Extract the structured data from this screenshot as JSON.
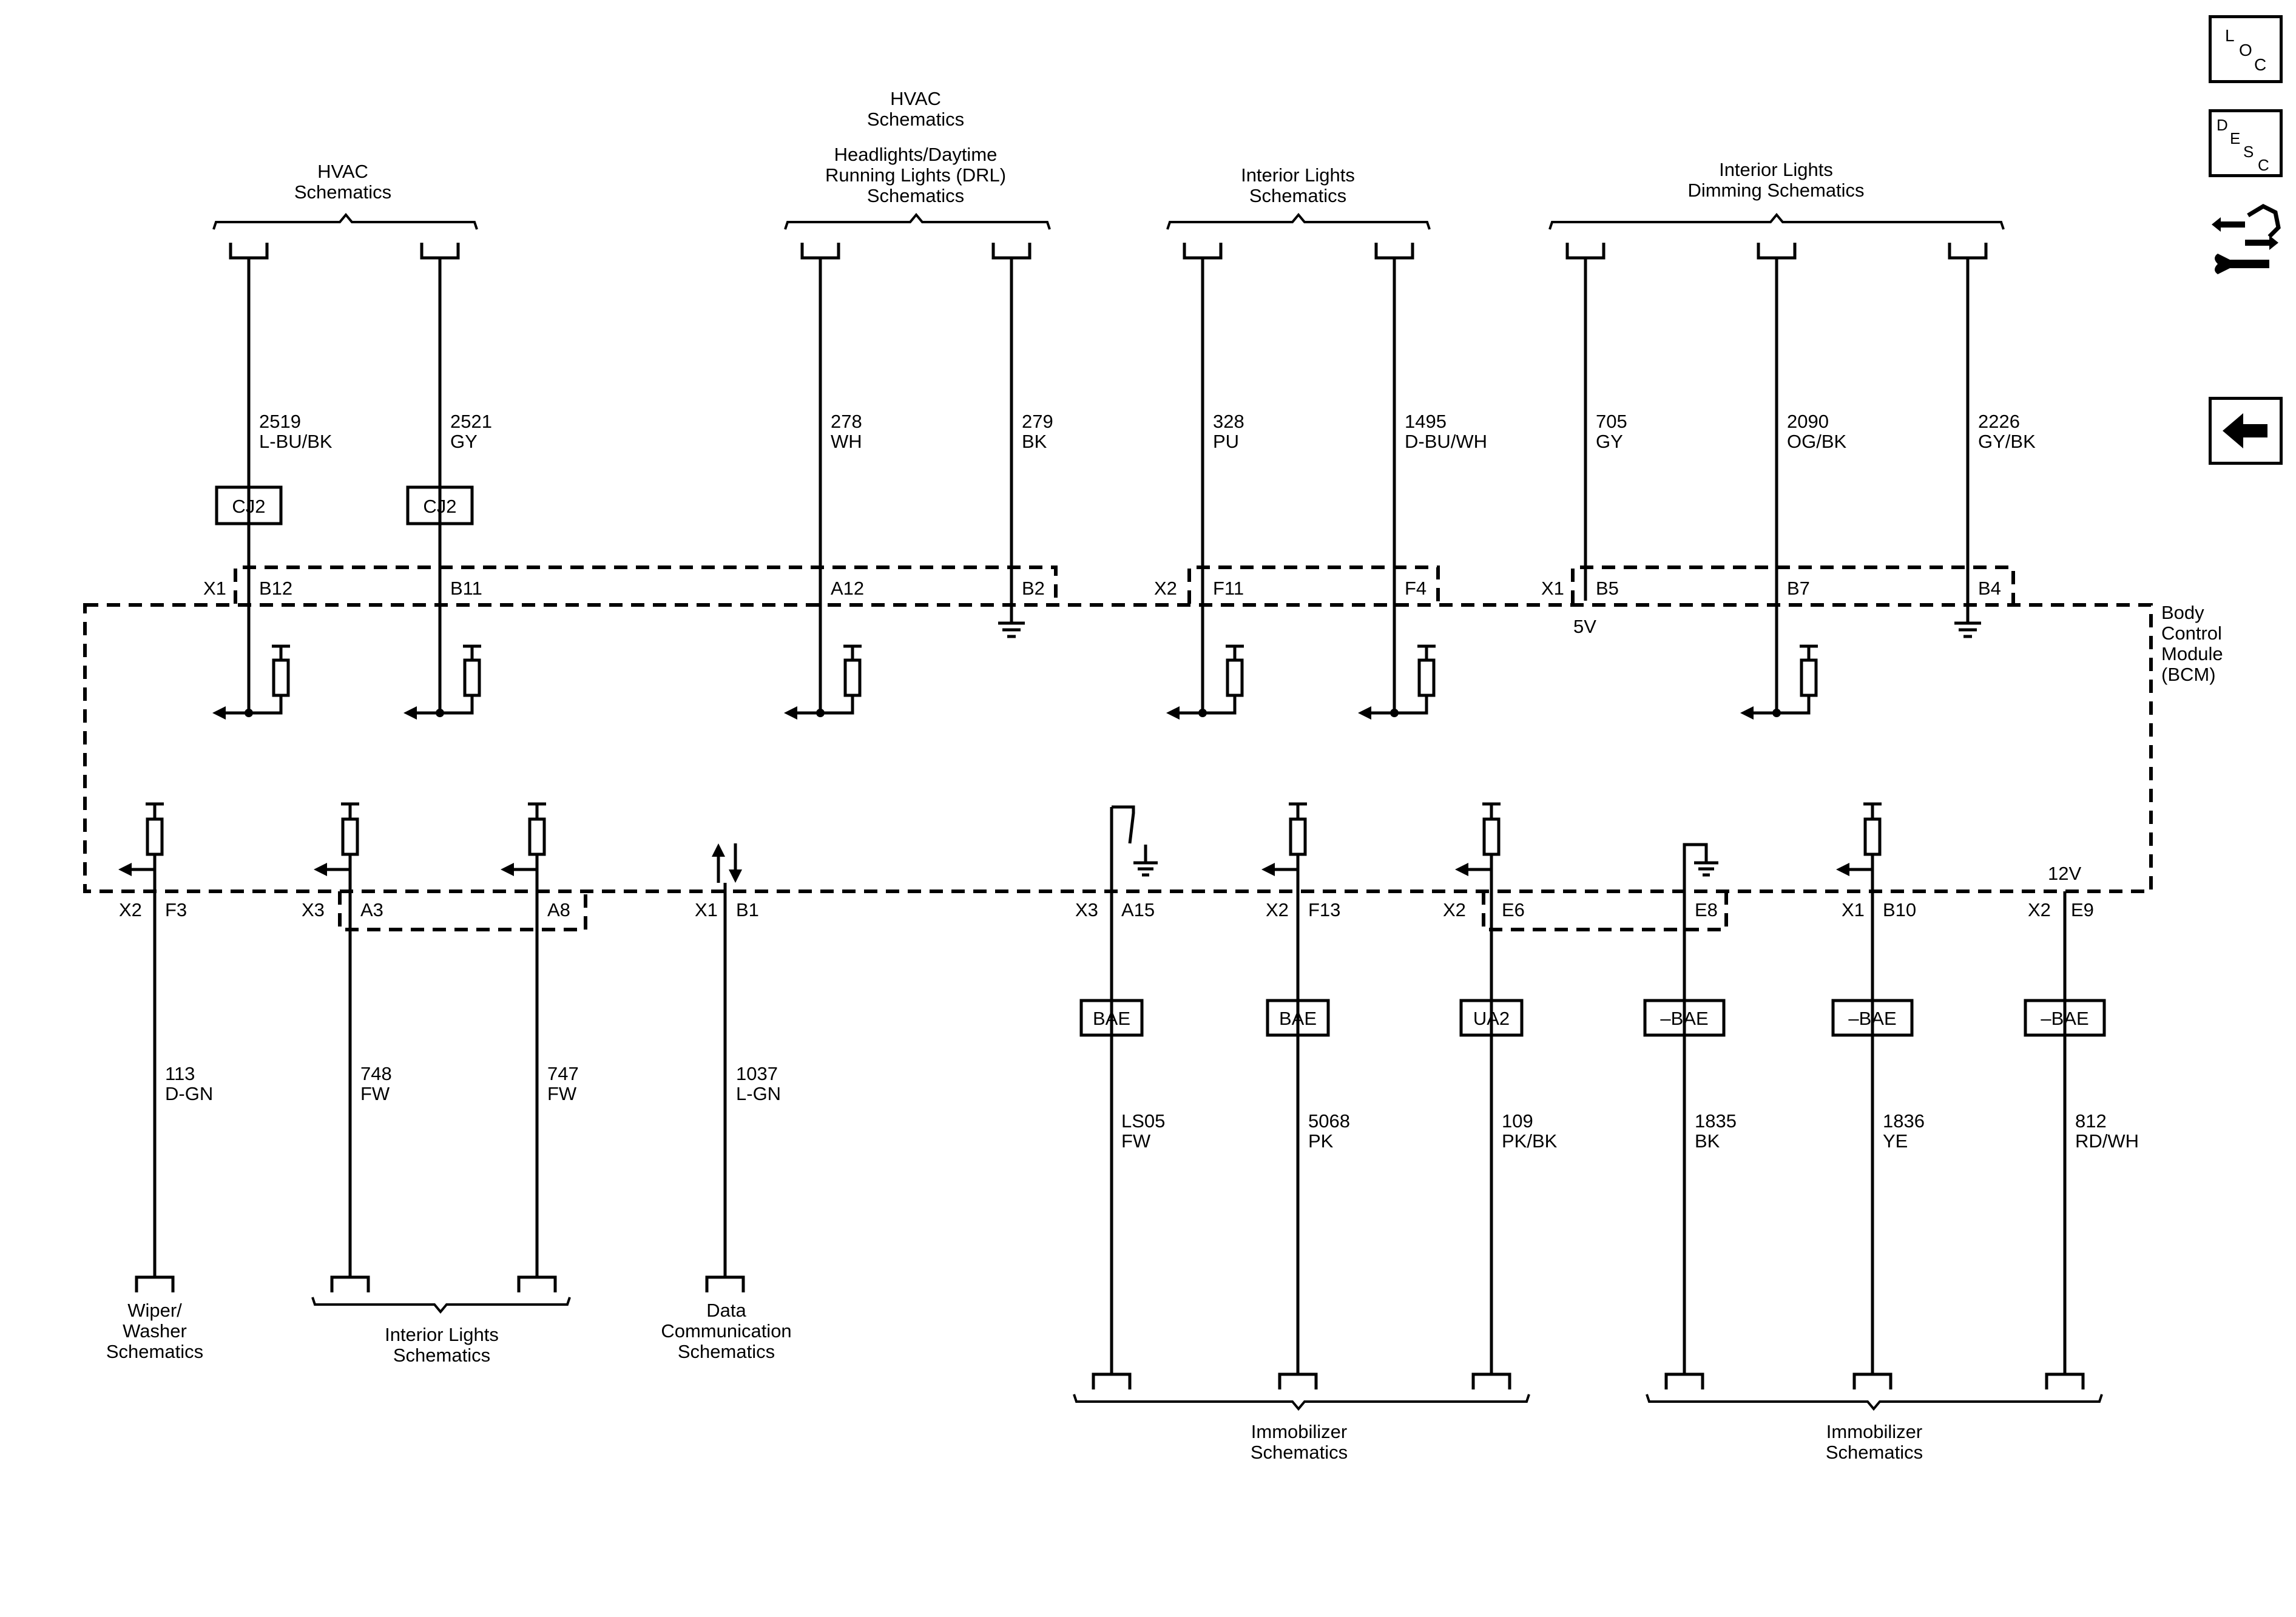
{
  "top_groups": [
    {
      "id": "hvac-1",
      "lines": [
        "HVAC",
        "Schematics"
      ]
    },
    {
      "id": "drl",
      "lines": [
        "HVAC",
        "Schematics",
        "Headlights/Daytime",
        "Running Lights (DRL)",
        "Schematics"
      ]
    },
    {
      "id": "int-lights",
      "lines": [
        "Interior Lights",
        "Schematics"
      ]
    },
    {
      "id": "dimming",
      "lines": [
        "Interior Lights",
        "Dimming Schematics"
      ]
    }
  ],
  "top_wires": [
    {
      "circuit": "2519",
      "color": "L-BU/BK",
      "splice": "CJ2",
      "pin": "B12"
    },
    {
      "circuit": "2521",
      "color": "GY",
      "splice": "CJ2",
      "pin": "B11"
    },
    {
      "circuit": "278",
      "color": "WH",
      "pin": "A12"
    },
    {
      "circuit": "279",
      "color": "BK",
      "pin": "B2"
    },
    {
      "circuit": "328",
      "color": "PU",
      "pin": "F11"
    },
    {
      "circuit": "1495",
      "color": "D-BU/WH",
      "pin": "F4"
    },
    {
      "circuit": "705",
      "color": "GY",
      "pin": "B5"
    },
    {
      "circuit": "2090",
      "color": "OG/BK",
      "pin": "B7"
    },
    {
      "circuit": "2226",
      "color": "GY/BK",
      "pin": "B4"
    }
  ],
  "top_connectors": [
    "X1",
    "X2",
    "X1"
  ],
  "voltage_5v": "5V",
  "voltage_12v": "12V",
  "module_lines": [
    "Body",
    "Control",
    "Module",
    "(BCM)"
  ],
  "bottom_connectors": [
    "X2",
    "X3",
    "X1",
    "X3",
    "X2",
    "X2",
    "X1",
    "X2"
  ],
  "bottom_wires": [
    {
      "circuit": "113",
      "color": "D-GN",
      "pin": "F3"
    },
    {
      "circuit": "748",
      "color": "FW",
      "pin": "A3"
    },
    {
      "circuit": "747",
      "color": "FW",
      "pin": "A8"
    },
    {
      "circuit": "1037",
      "color": "L-GN",
      "pin": "B1"
    },
    {
      "circuit": "LS05",
      "color": "FW",
      "pin": "A15",
      "option": "BAE"
    },
    {
      "circuit": "5068",
      "color": "PK",
      "pin": "F13",
      "option": "BAE"
    },
    {
      "circuit": "109",
      "color": "PK/BK",
      "pin": "E6",
      "option": "UA2"
    },
    {
      "circuit": "1835",
      "color": "BK",
      "pin": "E8",
      "option": "–BAE"
    },
    {
      "circuit": "1836",
      "color": "YE",
      "pin": "B10",
      "option": "–BAE"
    },
    {
      "circuit": "812",
      "color": "RD/WH",
      "pin": "E9",
      "option": "–BAE"
    }
  ],
  "bottom_groups": [
    {
      "id": "wiper",
      "lines": [
        "Wiper/",
        "Washer",
        "Schematics"
      ]
    },
    {
      "id": "int-lights-bottom",
      "lines": [
        "Interior Lights",
        "Schematics"
      ]
    },
    {
      "id": "data-comm",
      "lines": [
        "Data",
        "Communication",
        "Schematics"
      ]
    },
    {
      "id": "immobilizer-1",
      "lines": [
        "Immobilizer",
        "Schematics"
      ]
    },
    {
      "id": "immobilizer-2",
      "lines": [
        "Immobilizer",
        "Schematics"
      ]
    }
  ],
  "side_buttons": {
    "loc": [
      "L",
      "O",
      "C"
    ],
    "desc": [
      "D",
      "E",
      "S",
      "C"
    ]
  }
}
